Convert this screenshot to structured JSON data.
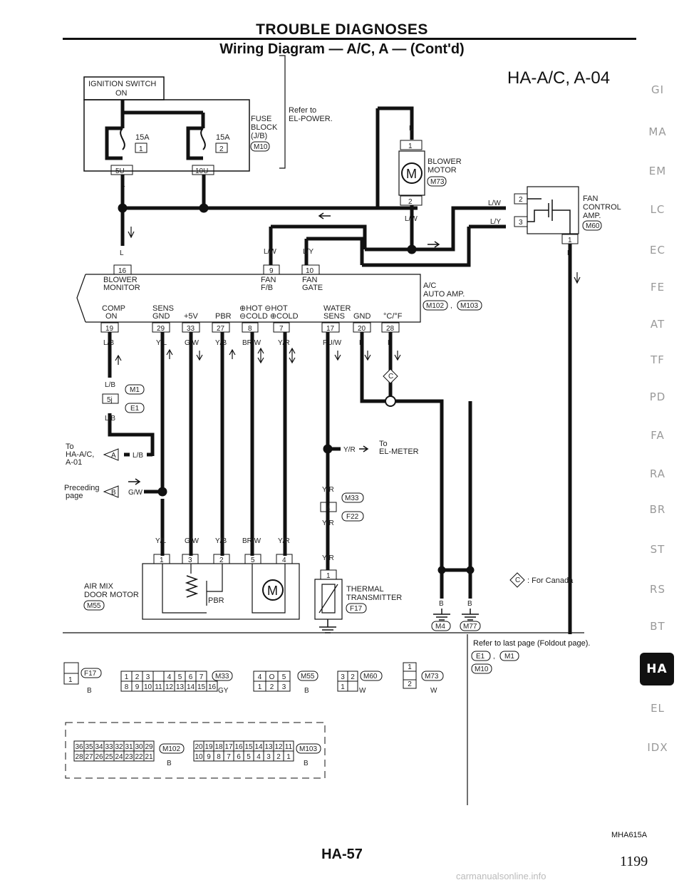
{
  "header": {
    "title": "TROUBLE DIAGNOSES",
    "subtitle": "Wiring Diagram — A/C, A — (Cont'd)",
    "code": "HA-A/C, A-04"
  },
  "sections": [
    "GI",
    "MA",
    "EM",
    "LC",
    "EC",
    "FE",
    "AT",
    "TF",
    "PD",
    "FA",
    "RA",
    "BR",
    "ST",
    "RS",
    "BT",
    "HA",
    "EL",
    "IDX"
  ],
  "active_section": "HA",
  "labels": {
    "ign1": "IGNITION SWITCH",
    "ign2": "ON",
    "fuse_a": "15A",
    "fuse_b": "15A",
    "fuse_na": "1",
    "fuse_nb": "2",
    "fuseblock1": "FUSE",
    "fuseblock2": "BLOCK",
    "fuseblock3": "(J/B)",
    "m10": "M10",
    "refer1": "Refer to",
    "refer2": "EL-POWER.",
    "c5u": "5U",
    "c10u": "10U",
    "wl1": "L",
    "wl2": "L",
    "wl3": "L",
    "wl4": "L",
    "blower1": "BLOWER",
    "blower2": "MOTOR",
    "m73": "M73",
    "bm1": "1",
    "bm2": "2",
    "wlw": "L/W",
    "fan1": "FAN",
    "fan2": "CONTROL",
    "fan3": "AMP.",
    "m60": "M60",
    "lw2": "L/W",
    "ly2": "L/Y",
    "fc2": "2",
    "fc3": "3",
    "fc1": "1",
    "wb": "B",
    "lw": "L/W",
    "ly": "L/Y",
    "p9": "9",
    "p10": "10",
    "p16": "16",
    "bmon1": "BLOWER",
    "bmon2": "MONITOR",
    "ffb1": "FAN",
    "ffb2": "F/B",
    "fg1": "FAN",
    "fg2": "GATE",
    "ac1": "A/C",
    "ac2": "AUTO AMP.",
    "m102": "M102",
    "m103": "M103",
    "comp1": "COMP",
    "comp2": "ON",
    "sens1": "SENS",
    "sens2": "GND",
    "v5": "+5V",
    "pbr": "PBR",
    "hot1": "⊕HOT ⊖HOT",
    "cold1": "⊖COLD ⊕COLD",
    "wat1": "WATER",
    "wat2": "SENS",
    "gnd": "GND",
    "cf": "°C/°F",
    "p19": "19",
    "p29": "29",
    "p33": "33",
    "p27": "27",
    "p8": "8",
    "p7": "7",
    "p17": "17",
    "p20": "20",
    "p28": "28",
    "c_lb": "L/B",
    "c_yl": "Y/L",
    "c_gw": "G/W",
    "c_yb": "Y/B",
    "c_brw": "BR/W",
    "c_yr": "Y/R",
    "c_puw": "PU/W",
    "c_b1": "B",
    "c_b2": "B",
    "lb2": "L/B",
    "m1": "M1",
    "p5j": "5j",
    "e1": "E1",
    "lb3": "L/B",
    "to1": "To",
    "to2": "HA-A/C,",
    "to3": "A-01",
    "ca": "A",
    "lb4": "L/B",
    "prec1": "Preceding",
    "prec2": "page",
    "cb": "B",
    "gw2": "G/W",
    "cc": "C",
    "yr2": "Y/R",
    "tom1": "To",
    "tom2": "EL-METER",
    "yr3": "Y/R",
    "m33": "M33",
    "p4": "4",
    "f22": "F22",
    "yr4": "Y/R",
    "yr5": "Y/R",
    "yl2": "Y/L",
    "gw3": "G/W",
    "yb2": "Y/B",
    "brw2": "BR/W",
    "yr6": "Y/R",
    "am1": "1",
    "am3": "3",
    "am2": "2",
    "am5": "5",
    "am4": "4",
    "air1": "AIR MIX",
    "air2": "DOOR MOTOR",
    "m55": "M55",
    "pbr2": "PBR",
    "tt1": "1",
    "th1": "THERMAL",
    "th2": "TRANSMITTER",
    "f17": "F17",
    "gb1": "B",
    "gb2": "B",
    "m4": "M4",
    "m77": "M77",
    "canada_c": "C",
    "canada": ": For Canada",
    "fold1": "Refer to last page (Foldout page).",
    "fe1": "E1",
    "fm1": "M1",
    "fm10": "M10",
    "k_f17": "F17",
    "k_f17c": "B",
    "k_f17n": "1",
    "k_m33": "M33",
    "k_m33c": "GY",
    "k_m55": "M55",
    "k_m55c": "B",
    "k_m60": "M60",
    "k_m60c": "W",
    "k_m73": "M73",
    "k_m73c": "W",
    "k_m102": "M102",
    "k_m102c": "B",
    "k_m103": "M103",
    "k_m103c": "B",
    "ref_code": "MHA615A",
    "pgnum": "HA-57",
    "pg2": "1199",
    "water": "carmanualsonline.info"
  },
  "connectors": {
    "m33_top": [
      "1",
      "2",
      "3",
      "",
      "4",
      "5",
      "6",
      "7"
    ],
    "m33_bot": [
      "8",
      "9",
      "10",
      "11",
      "12",
      "13",
      "14",
      "15",
      "16"
    ],
    "m55_top": [
      "4",
      "O",
      "5"
    ],
    "m55_bot": [
      "1",
      "2",
      "3"
    ],
    "m60_top": [
      "3",
      "2"
    ],
    "m60_bot": [
      "1"
    ],
    "m73_top": [
      "1"
    ],
    "m73_bot": [
      "2"
    ],
    "m102_top": [
      "36",
      "35",
      "34",
      "33",
      "32",
      "31",
      "30",
      "29"
    ],
    "m102_bot": [
      "28",
      "27",
      "26",
      "25",
      "24",
      "23",
      "22",
      "21"
    ],
    "m103_top": [
      "20",
      "19",
      "18",
      "17",
      "16",
      "15",
      "14",
      "13",
      "12",
      "11"
    ],
    "m103_bot": [
      "10",
      "9",
      "8",
      "7",
      "6",
      "5",
      "4",
      "3",
      "2",
      "1"
    ]
  }
}
